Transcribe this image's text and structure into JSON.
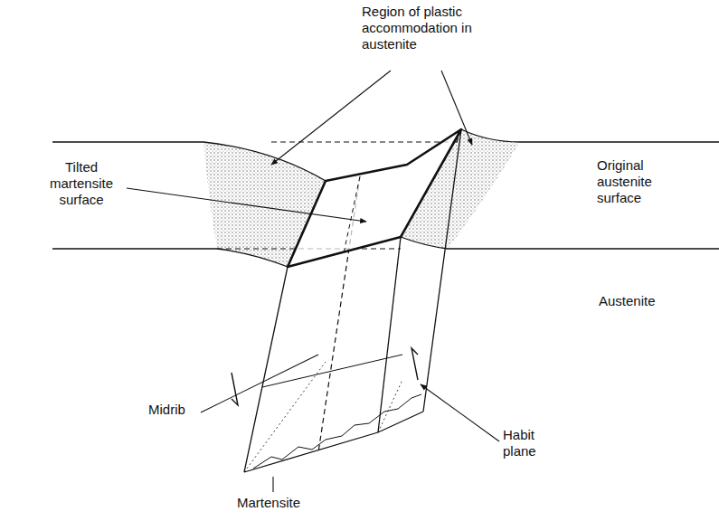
{
  "diagram": {
    "labels": [
      "Region of plastic accommodation in austenite",
      "Tilted martensite surface",
      "Original austenite surface",
      "Austenite",
      "Midrib",
      "Habit plane",
      "Martensite"
    ]
  }
}
